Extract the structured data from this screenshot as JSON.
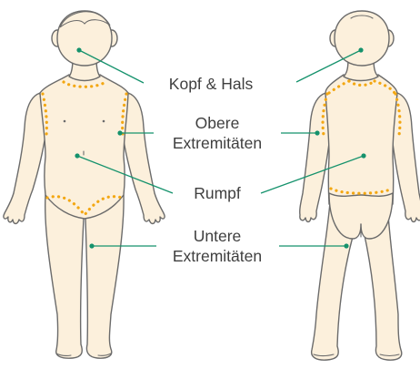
{
  "labels": {
    "head_neck": "Kopf & Hals",
    "upper_limbs_line1": "Obere",
    "upper_limbs_line2": "Extremitäten",
    "trunk": "Rumpf",
    "lower_limbs_line1": "Untere",
    "lower_limbs_line2": "Extremitäten"
  },
  "colors": {
    "skin": "#fcf0dc",
    "outline": "#6b6b6b",
    "leader_line": "#15926c",
    "dot_boundary": "#f3a712",
    "text": "#3f3f3f"
  }
}
